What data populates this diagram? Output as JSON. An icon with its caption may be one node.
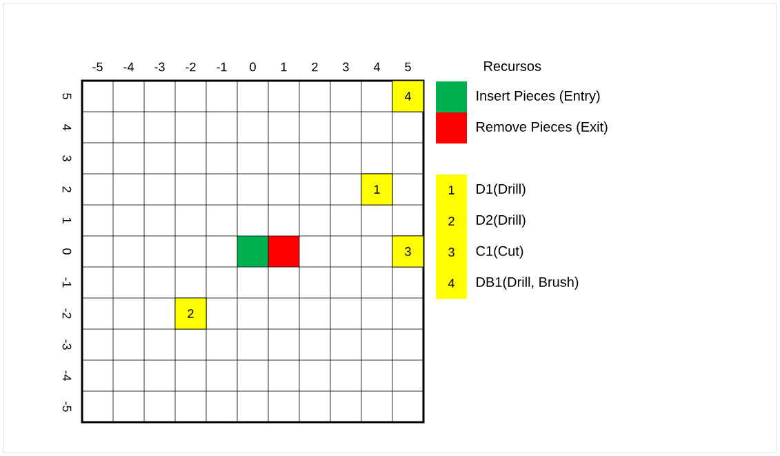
{
  "diagram": {
    "nodes": [
      {
        "text": [
          "4"
        ]
      },
      {
        "text": [
          "1"
        ]
      },
      {
        "text": [
          "3"
        ]
      },
      {
        "text": [
          "2"
        ]
      }
    ],
    "labels": [
      "-5",
      "-4",
      "-3",
      "-2",
      "-1",
      "0",
      "1",
      "2",
      "3",
      "4",
      "5",
      "5",
      "4",
      "3",
      "2",
      "1",
      "0",
      "-1",
      "-2",
      "-3",
      "-4",
      "-5",
      "Recursos",
      "1",
      "2",
      "3",
      "4"
    ],
    "legend": [
      {
        "text": "Insert Pieces (Entry)",
        "color": "#00b050"
      },
      {
        "text": "Remove Pieces (Exit)",
        "color": "#ff0000"
      },
      {
        "text": "D1(Drill)",
        "color": "#ffff00"
      },
      {
        "text": "D2(Drill)",
        "color": "#ffff00"
      },
      {
        "text": "C1(Cut)",
        "color": "#ffff00"
      },
      {
        "text": "DB1(Drill, Brush)",
        "color": "#ffff00"
      }
    ]
  }
}
